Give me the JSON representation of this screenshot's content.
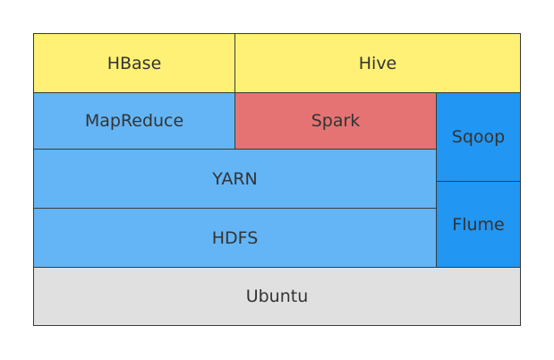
{
  "blocks": {
    "hbase": {
      "label": "HBase",
      "color": "#fff176"
    },
    "hive": {
      "label": "Hive",
      "color": "#fff176"
    },
    "mapreduce": {
      "label": "MapReduce",
      "color": "#64b5f6"
    },
    "spark": {
      "label": "Spark",
      "color": "#e57373"
    },
    "sqoop": {
      "label": "Sqoop",
      "color": "#2196f3"
    },
    "yarn": {
      "label": "YARN",
      "color": "#64b5f6"
    },
    "flume": {
      "label": "Flume",
      "color": "#2196f3"
    },
    "hdfs": {
      "label": "HDFS",
      "color": "#64b5f6"
    },
    "ubuntu": {
      "label": "Ubuntu",
      "color": "#e0e0e0"
    }
  }
}
